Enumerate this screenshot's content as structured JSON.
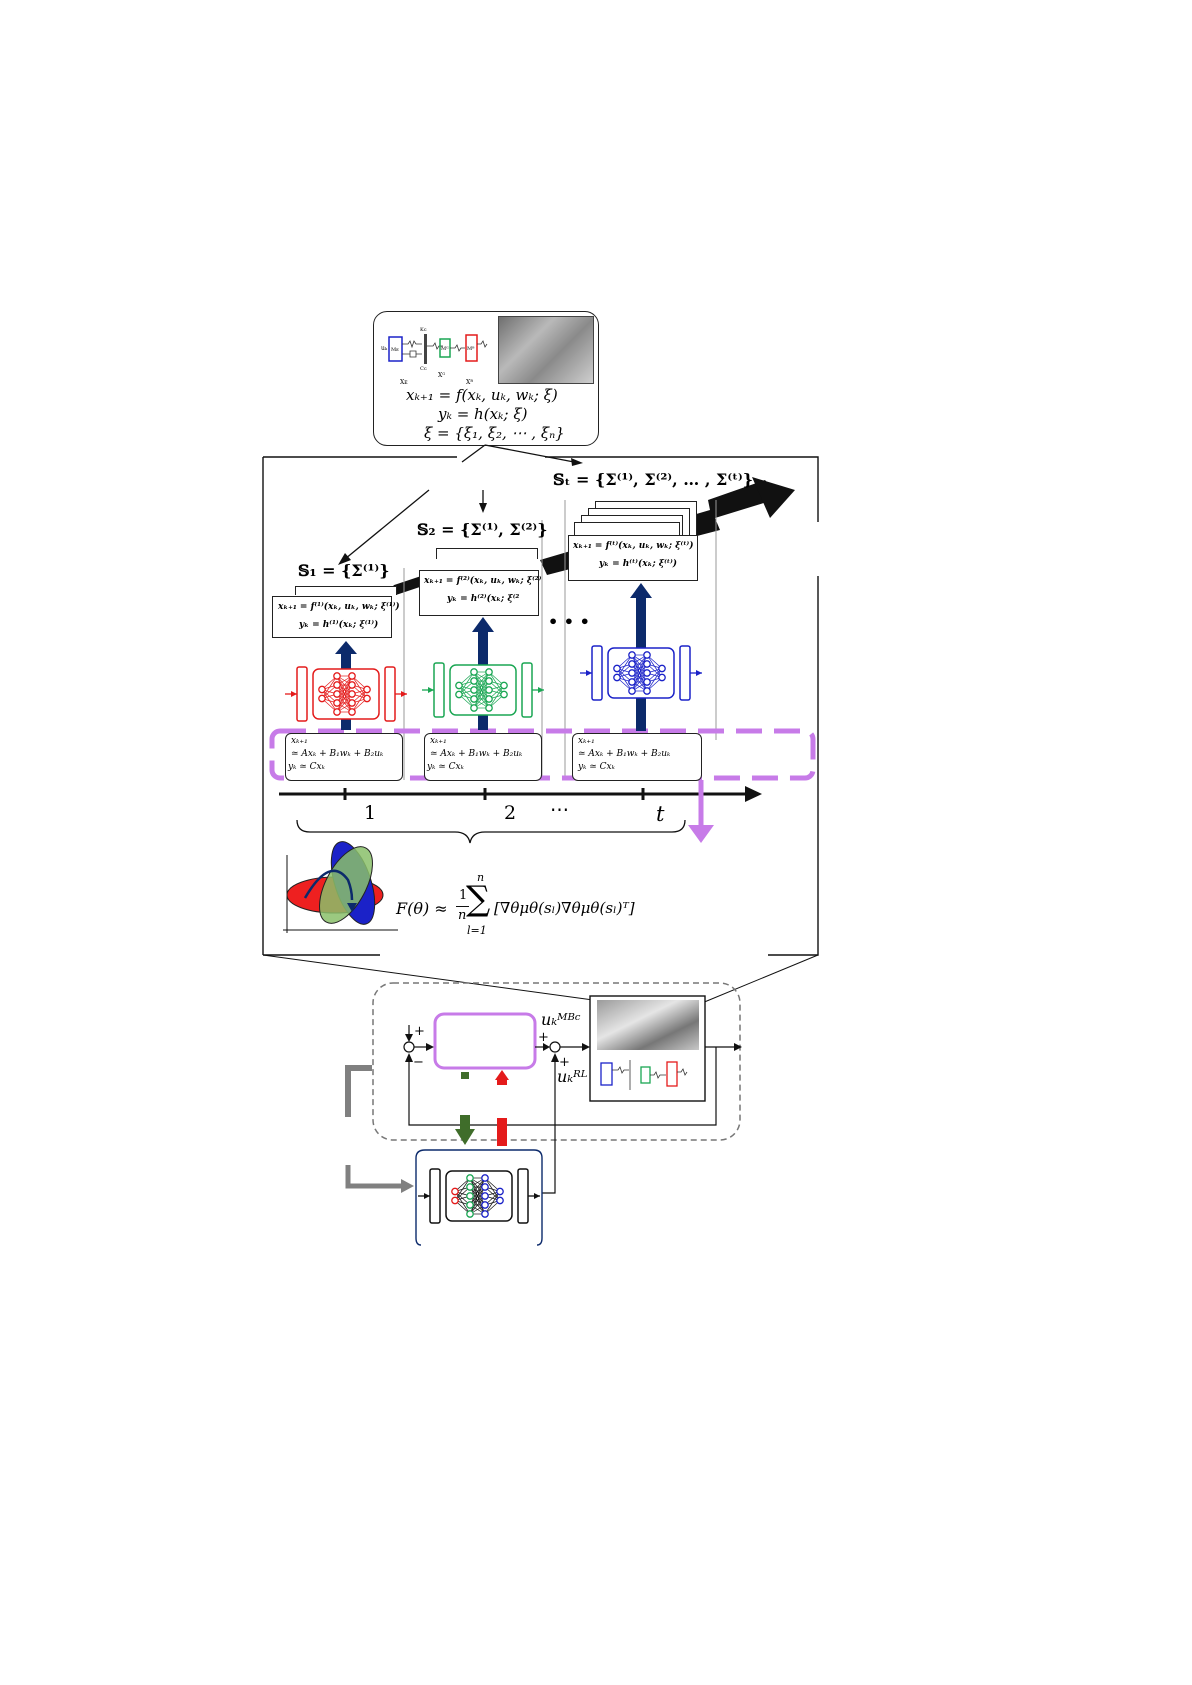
{
  "top_panel": {
    "eq_state": "xₖ₊₁ = f(xₖ, uₖ, wₖ; ξ)",
    "eq_output": "yₖ = h(xₖ; ξ)",
    "eq_params": "ξ = {ξ₁, ξ₂, ⋯ , ξₙ}",
    "schematic_labels": [
      "uₖ",
      "Mᴇ",
      "Mᴳ",
      "Mᴮ",
      "Xᴇ",
      "Xᴳ",
      "Xᴮ",
      "Kᴄ",
      "Cᴄ"
    ]
  },
  "sets": [
    {
      "label": "𝕊₁ = {𝚺⁽¹⁾}",
      "eq_state": "xₖ₊₁ = f⁽¹⁾(xₖ, uₖ, wₖ; ξ⁽¹⁾)",
      "eq_output": "yₖ = h⁽¹⁾(xₖ; ξ⁽¹⁾)",
      "color": "#e41b1b"
    },
    {
      "label": "𝕊₂ = {𝚺⁽¹⁾, 𝚺⁽²⁾}",
      "eq_state": "xₖ₊₁ = f⁽²⁾(xₖ, uₖ, wₖ; ξ⁽²⁾",
      "eq_output": "yₖ = h⁽²⁾(xₖ; ξ⁽²",
      "color": "#1aa653"
    },
    {
      "label": "𝕊ₜ = {𝚺⁽¹⁾, 𝚺⁽²⁾, … , 𝚺⁽ᵗ⁾}",
      "eq_state": "xₖ₊₁ = f⁽ᵗ⁾(xₖ, uₖ, wₖ; ξ⁽ᵗ⁾)",
      "eq_output": "yₖ = h⁽ᵗ⁾(xₖ; ξ⁽ᵗ⁾)",
      "color": "#1b22c8"
    }
  ],
  "linear_model": {
    "line1": "xₖ₊₁",
    "line2": "≃ Axₖ + B₁wₖ + B₂uₖ",
    "line3": "yₖ ≃ Cxₖ"
  },
  "ellipsis": "• • •",
  "timeline": {
    "ticks": [
      "1",
      "2",
      "t"
    ],
    "dots": "⋯"
  },
  "fisher": {
    "lhs": "F(θ) ≈",
    "frac_num": "1",
    "frac_den": "n",
    "sum_top": "n",
    "sum_bottom": "l=1",
    "body": "[∇θμθ(sₗ)∇θμθ(sₗ)ᵀ]"
  },
  "controller": {
    "u_mbc": "uₖᴹᴮᶜ",
    "u_rl": "uₖᴿᴸ",
    "plus1": "+",
    "minus": "−",
    "plus2": "+",
    "plus3": "+"
  },
  "colors": {
    "purple": "#c77be8",
    "navy": "#0c2a6b",
    "red": "#e41b1b",
    "green": "#1aa653",
    "blue": "#1b22c8",
    "dark_green": "#3f6d2a",
    "gray": "#808080"
  }
}
